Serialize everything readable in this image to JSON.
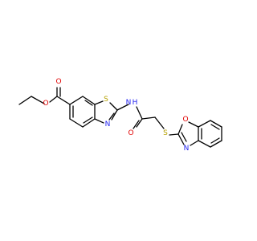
{
  "colors": {
    "bond": "#000000",
    "oxygen": "#e00000",
    "sulfur": "#b5a100",
    "nitrogen": "#1f1ff0",
    "background": "#ffffff"
  },
  "atoms": {
    "ester_carbonyl_o": "O",
    "ester_ether_o": "O",
    "thiazole_s": "S",
    "thiazole_n": "N",
    "amide_n": "N",
    "amide_h": "H",
    "amide_o": "O",
    "thioether_s": "S",
    "oxazole_o": "O",
    "oxazole_n": "N"
  }
}
